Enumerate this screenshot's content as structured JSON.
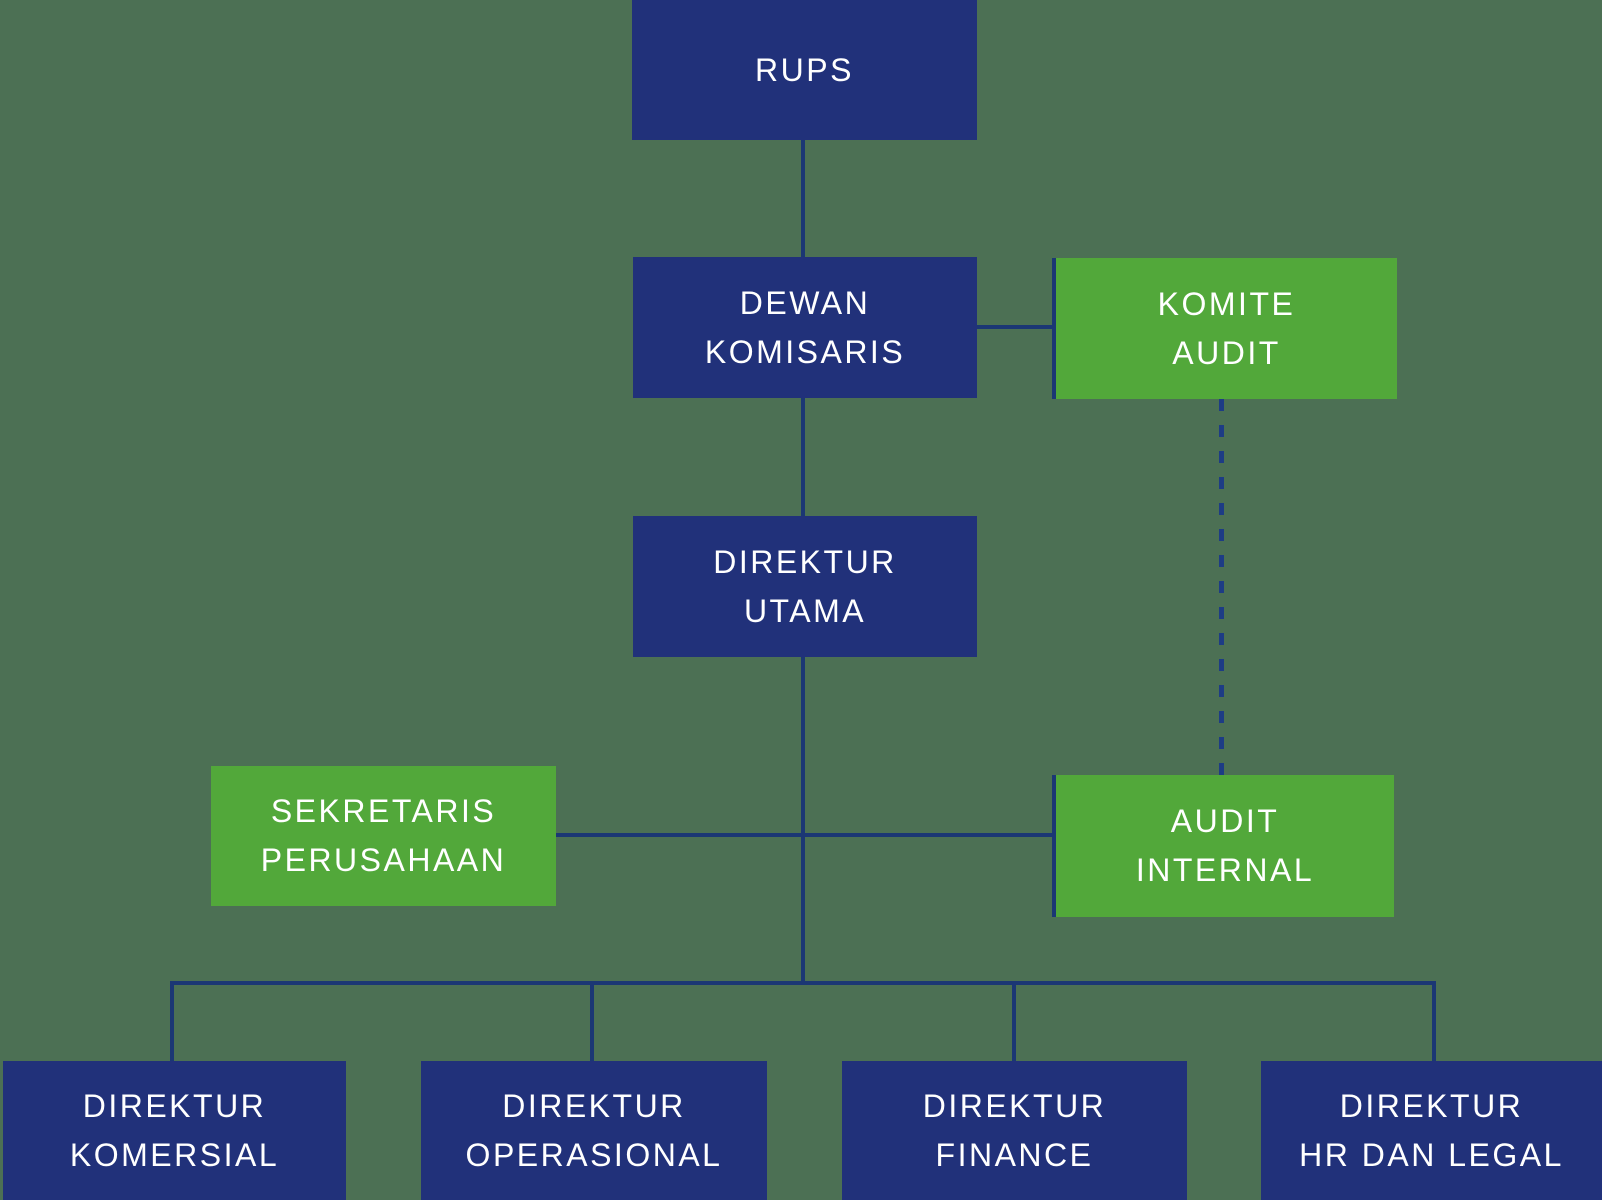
{
  "canvas": {
    "background": "#4C7054"
  },
  "colors": {
    "box_blue": "#21317A",
    "box_green": "#52A83A",
    "connector_navy": "#1B3774",
    "dashed_line_blue": "#1D3C85",
    "text_white": "#FFFFFF"
  },
  "nodes": {
    "rups": {
      "line1": "RUPS",
      "line2": ""
    },
    "dewan_komisaris": {
      "line1": "DEWAN",
      "line2": "KOMISARIS"
    },
    "komite_audit": {
      "line1": "KOMITE",
      "line2": "AUDIT"
    },
    "direktur_utama": {
      "line1": "DIREKTUR",
      "line2": "UTAMA"
    },
    "sekretaris_perusahaan": {
      "line1": "SEKRETARIS",
      "line2": "PERUSAHAAN"
    },
    "audit_internal": {
      "line1": "AUDIT",
      "line2": "INTERNAL"
    },
    "direktur_komersial": {
      "line1": "DIREKTUR",
      "line2": "KOMERSIAL"
    },
    "direktur_operasional": {
      "line1": "DIREKTUR",
      "line2": "OPERASIONAL"
    },
    "direktur_finance": {
      "line1": "DIREKTUR",
      "line2": "FINANCE"
    },
    "direktur_hr_dan_legal": {
      "line1": "DIREKTUR",
      "line2": "HR DAN LEGAL"
    }
  }
}
